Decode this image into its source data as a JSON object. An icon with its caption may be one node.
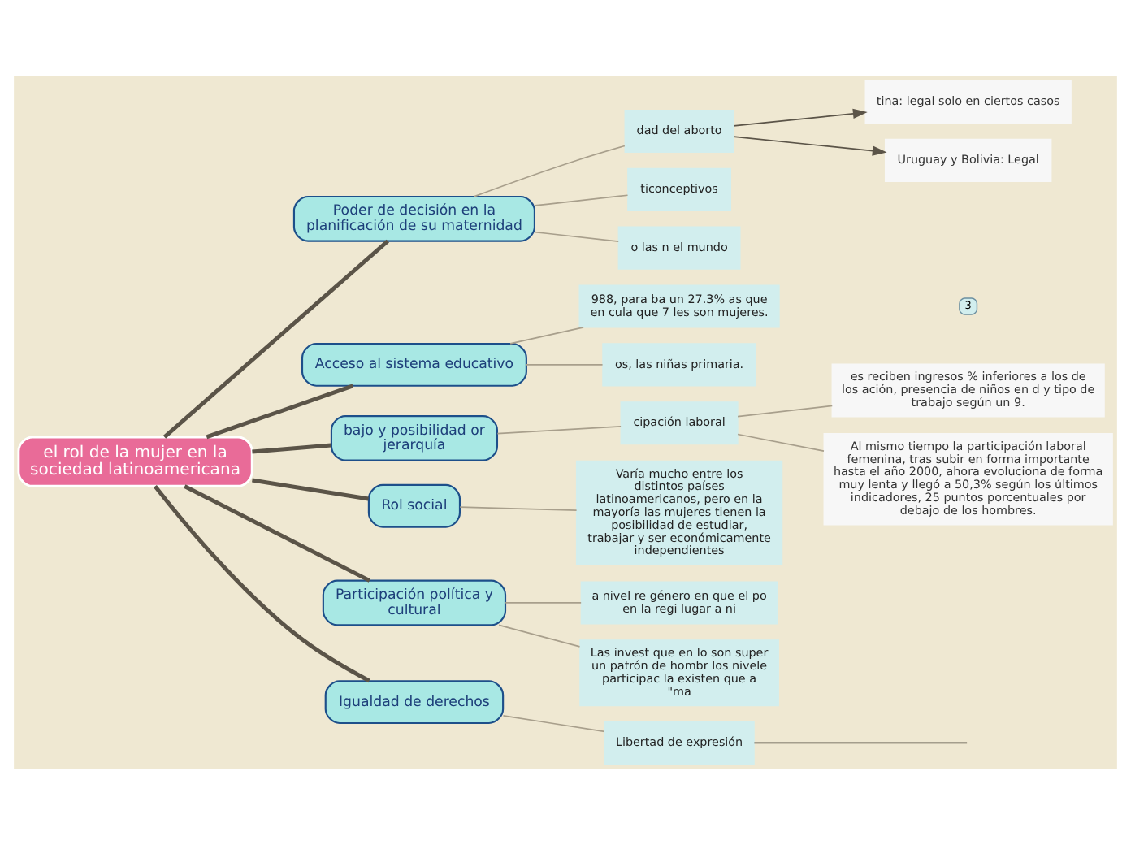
{
  "diagram": {
    "nodes": [
      {
        "text": [
          "el rol de la mujer en la sociedad latinoamericana"
        ]
      },
      {
        "text": [
          "Poder de decisión en la planificación de su maternidad"
        ]
      },
      {
        "text": [
          "dad del aborto"
        ]
      },
      {
        "text": [
          "tina: legal solo en ciertos casos"
        ]
      },
      {
        "text": [
          "Uruguay y Bolivia: Legal"
        ]
      },
      {
        "text": [
          "ticonceptivos"
        ]
      },
      {
        "text": [
          "o las n el mundo"
        ]
      },
      {
        "text": [
          "Acceso al sistema educativo"
        ]
      },
      {
        "text": [
          "988, para ba un 27.3% as que en cula que 7 les son mujeres."
        ]
      },
      {
        "text": [
          "os, las niñas primaria."
        ]
      },
      {
        "text": [
          "bajo y posibilidad or jerarquía"
        ]
      },
      {
        "text": [
          "cipación laboral"
        ]
      },
      {
        "text": [
          "es reciben ingresos % inferiores a los de los ación, presencia de niños en d y tipo de trabajo según un 9."
        ]
      },
      {
        "text": [
          "Al mismo tiempo la participación laboral femenina, tras subir en forma importante hasta el año 2000, ahora evoluciona de forma muy lenta y llegó a 50,3% según los últimos indicadores, 25 puntos porcentuales por debajo de los hombres."
        ]
      },
      {
        "text": [
          "Rol social"
        ]
      },
      {
        "text": [
          "Varía mucho entre los distintos países latinoamericanos, pero en la mayoría las mujeres tienen la posibilidad de estudiar, trabajar y ser económicamente independientes"
        ]
      },
      {
        "text": [
          "Participación política y cultural"
        ]
      },
      {
        "text": [
          "a nivel re género en que el po en la regi lugar a ni"
        ]
      },
      {
        "text": [
          "Las invest que en lo son super un patrón de hombr los nivele participac la existen que a \"ma"
        ]
      },
      {
        "text": [
          "Igualdad de derechos"
        ]
      },
      {
        "text": [
          "Libertad de expresión"
        ]
      }
    ],
    "edges": [
      {
        "from": 0,
        "to": 1,
        "arrow": "none",
        "style": "thick",
        "color": "#5b5448"
      },
      {
        "from": 1,
        "to": 2,
        "arrow": "none"
      },
      {
        "from": 2,
        "to": 3,
        "arrow": "to",
        "color": "#5b5448"
      },
      {
        "from": 2,
        "to": 4,
        "arrow": "to",
        "color": "#5b5448"
      },
      {
        "from": 1,
        "to": 5,
        "arrow": "none"
      },
      {
        "from": 1,
        "to": 6,
        "arrow": "none"
      },
      {
        "from": 0,
        "to": 7,
        "arrow": "none",
        "style": "thick",
        "color": "#5b5448"
      },
      {
        "from": 7,
        "to": 8,
        "arrow": "none"
      },
      {
        "from": 7,
        "to": 9,
        "arrow": "none"
      },
      {
        "from": 0,
        "to": 10,
        "arrow": "none",
        "style": "thick",
        "color": "#5b5448"
      },
      {
        "from": 10,
        "to": 11,
        "arrow": "none"
      },
      {
        "from": 11,
        "to": 12,
        "arrow": "none"
      },
      {
        "from": 11,
        "to": 13,
        "arrow": "none"
      },
      {
        "from": 0,
        "to": 14,
        "arrow": "none",
        "style": "thick",
        "color": "#5b5448"
      },
      {
        "from": 14,
        "to": 15,
        "arrow": "none"
      },
      {
        "from": 0,
        "to": 16,
        "arrow": "none",
        "style": "thick",
        "color": "#5b5448"
      },
      {
        "from": 16,
        "to": 17,
        "arrow": "none"
      },
      {
        "from": 16,
        "to": 18,
        "arrow": "none"
      },
      {
        "from": 0,
        "to": 19,
        "arrow": "none",
        "style": "thick",
        "color": "#5b5448"
      },
      {
        "from": 19,
        "to": 20,
        "arrow": "none"
      },
      {
        "from": 20,
        "to": null,
        "arrow": "none",
        "color": "#5b5448"
      }
    ],
    "labels": [
      "3"
    ]
  }
}
